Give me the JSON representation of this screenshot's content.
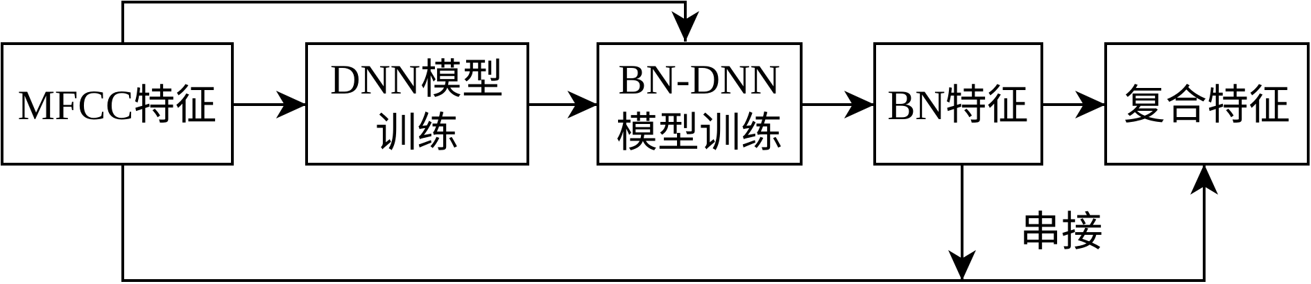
{
  "nodes": {
    "mfcc": {
      "line1": "MFCC特征"
    },
    "dnn": {
      "line1": "DNN模型",
      "line2": "训练"
    },
    "bndnn": {
      "line1": "BN-DNN",
      "line2": "模型训练"
    },
    "bn": {
      "line1": "BN特征"
    },
    "composite": {
      "line1": "复合特征"
    }
  },
  "edges": {
    "concat_label": "串接"
  }
}
